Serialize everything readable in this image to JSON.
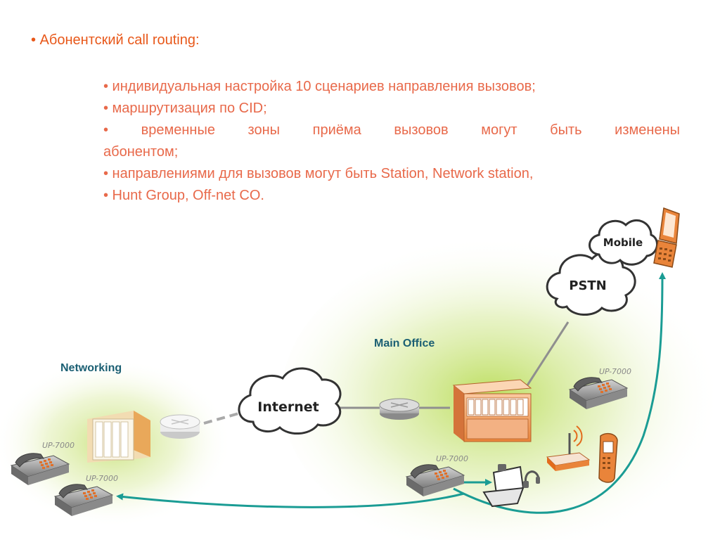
{
  "heading": "• Абонентский call routing:",
  "bullets": [
    "• индивидуальная настройка 10 сценариев направления вызовов;",
    "• маршрутизация по CID;",
    "• временные зоны приёма вызовов могут быть изменены",
    "абонентом;",
    "• направлениями для вызовов могут быть Station, Network station,",
    "•   Hunt Group, Off-net CO."
  ],
  "diagram": {
    "main_office_label": "Main Office",
    "networking_label": "Networking",
    "internet_label": "Internet",
    "pstn_label": "PSTN",
    "mobile_label": "Mobile",
    "phone_model": "UP-7000"
  },
  "colors": {
    "heading": "#e8581a",
    "bullets": "#e8694a",
    "labels": "#1b5f73",
    "arrows": "#1a9c94"
  }
}
